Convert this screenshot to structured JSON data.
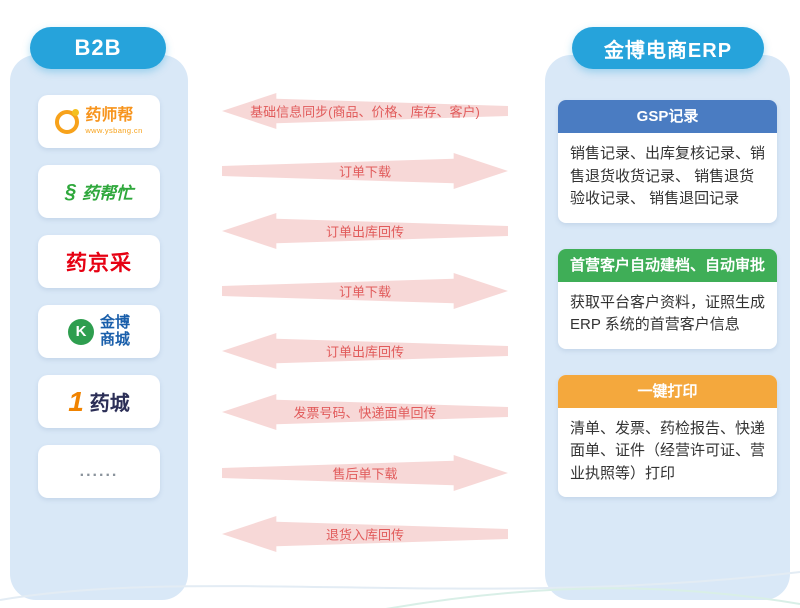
{
  "left_panel": {
    "title": "B2B",
    "platforms": [
      {
        "name": "药师帮",
        "subtitle": "www.ysbang.cn"
      },
      {
        "name": "药帮忙",
        "icon_glyph": "§"
      },
      {
        "name": "药京采"
      },
      {
        "name_line1": "金博",
        "name_line2": "商城",
        "icon_letter": "K"
      },
      {
        "prefix": "1",
        "name": "药城"
      },
      {
        "name": "......"
      }
    ]
  },
  "right_panel": {
    "title": "金博电商ERP",
    "sections": [
      {
        "header": "GSP记录",
        "header_color": "#4a7cc2",
        "body": "销售记录、出库复核记录、销售退货收货记录、 销售退货验收记录、 销售退回记录"
      },
      {
        "header": "首营客户自动建档、自动审批",
        "header_color": "#3fae57",
        "body": "获取平台客户资料，证照生成 ERP 系统的首营客户信息"
      },
      {
        "header": "一键打印",
        "header_color": "#f4a83d",
        "body": "清单、发票、药检报告、快递面单、证件（经营许可证、营业执照等）打印"
      }
    ]
  },
  "flows": [
    {
      "label": "基础信息同步(商品、价格、库存、客户)",
      "direction": "left"
    },
    {
      "label": "订单下载",
      "direction": "right"
    },
    {
      "label": "订单出库回传",
      "direction": "left"
    },
    {
      "label": "订单下载",
      "direction": "right"
    },
    {
      "label": "订单出库回传",
      "direction": "left"
    },
    {
      "label": "发票号码、快递面单回传",
      "direction": "left"
    },
    {
      "label": "售后单下载",
      "direction": "right"
    },
    {
      "label": "退货入库回传",
      "direction": "left"
    }
  ],
  "colors": {
    "panel_bg": "#d9e8f7",
    "pill_blue": "#26a3db",
    "arrow_fill": "#f7d8d7",
    "arrow_text": "#e15b5b",
    "gsp_header": "#4a7cc2",
    "customer_header": "#3fae57",
    "print_header": "#f4a83d"
  }
}
